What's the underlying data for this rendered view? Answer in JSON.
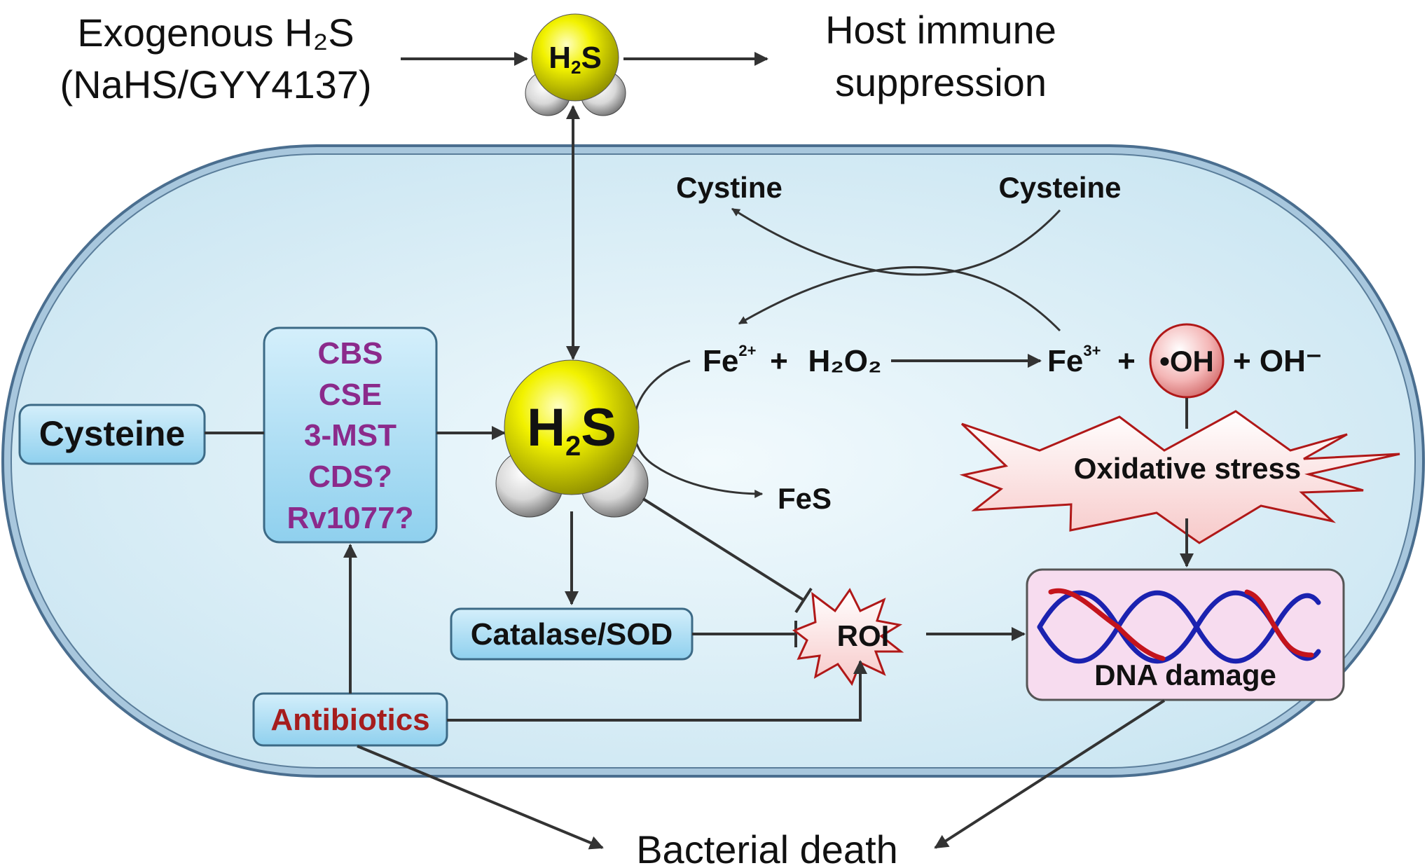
{
  "external": {
    "exogenous_line1": "Exogenous H₂S",
    "exogenous_line2": "(NaHS/GYY4137)",
    "host_line1": "Host immune",
    "host_line2": "suppression"
  },
  "molecule": {
    "h": "H",
    "sub": "2",
    "s": "S"
  },
  "cell": {
    "cystine": "Cystine",
    "cysteine_top": "Cysteine",
    "cysteine_left": "Cysteine",
    "enzymes": [
      "CBS",
      "CSE",
      "3-MST",
      "CDS?",
      "Rv1077?"
    ],
    "fe2": "Fe",
    "fe2_sup": "2+",
    "plus1": "+",
    "h2o2": "H₂O₂",
    "fe3": "Fe",
    "fe3_sup": "3+",
    "plus2": "+",
    "oh_radical": "•OH",
    "oh_minus": "+ OH⁻",
    "fes": "FeS",
    "oxidative_stress": "Oxidative stress",
    "catalase": "Catalase/SOD",
    "roi": "ROI",
    "dna_damage": "DNA damage",
    "antibiotics": "Antibiotics"
  },
  "outcome": {
    "bacterial_death": "Bacterial death"
  },
  "colors": {
    "cell_fill": "#e1f1f8",
    "cell_stroke": "#4a6e8f",
    "box_fill": "#a9dcf2",
    "enzyme_text": "#8b2a8b",
    "antibiotics_text": "#a51d1d",
    "dna_box": "#f7dcef",
    "dna_red": "#c4141c",
    "dna_blue": "#1b22b0",
    "sulfur": "#f2f200",
    "hydrogen": "#d8d8d8",
    "arrow": "#333333"
  }
}
